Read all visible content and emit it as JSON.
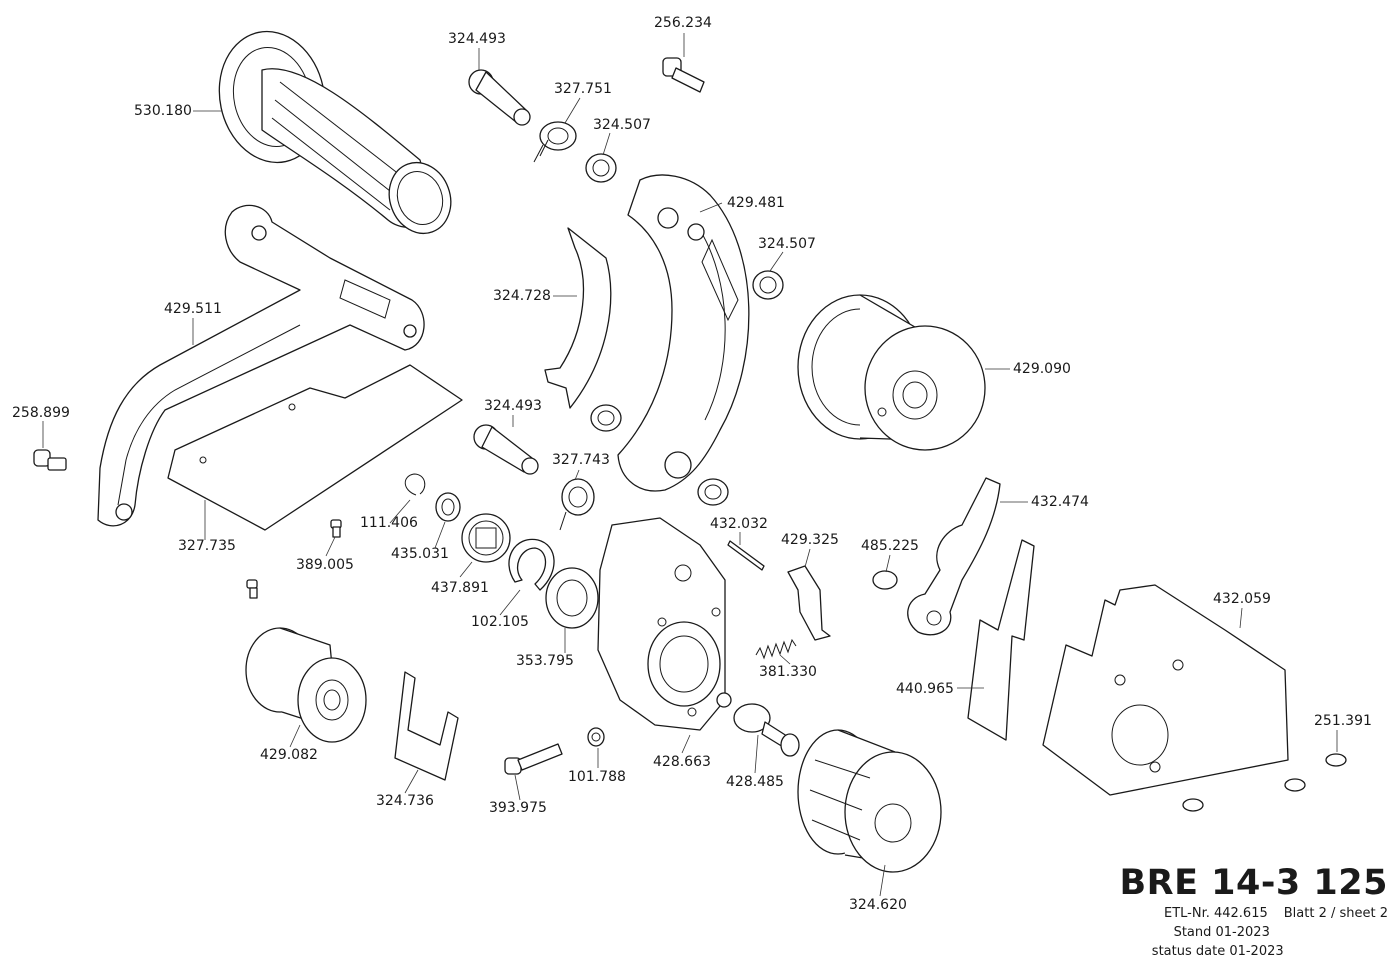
{
  "labels": [
    {
      "id": "l1",
      "text": "256.234"
    },
    {
      "id": "l2",
      "text": "324.493"
    },
    {
      "id": "l3",
      "text": "530.180"
    },
    {
      "id": "l4",
      "text": "327.751"
    },
    {
      "id": "l5",
      "text": "324.507"
    },
    {
      "id": "l6",
      "text": "429.481"
    },
    {
      "id": "l7",
      "text": "324.507"
    },
    {
      "id": "l8",
      "text": "324.728"
    },
    {
      "id": "l9",
      "text": "429.511"
    },
    {
      "id": "l10",
      "text": "429.090"
    },
    {
      "id": "l11",
      "text": "258.899"
    },
    {
      "id": "l12",
      "text": "324.493"
    },
    {
      "id": "l13",
      "text": "327.743"
    },
    {
      "id": "l14",
      "text": "432.474"
    },
    {
      "id": "l15",
      "text": "111.406"
    },
    {
      "id": "l16",
      "text": "432.032"
    },
    {
      "id": "l17",
      "text": "429.325"
    },
    {
      "id": "l18",
      "text": "485.225"
    },
    {
      "id": "l19",
      "text": "327.735"
    },
    {
      "id": "l20",
      "text": "435.031"
    },
    {
      "id": "l21",
      "text": "389.005"
    },
    {
      "id": "l22",
      "text": "437.891"
    },
    {
      "id": "l23",
      "text": "432.059"
    },
    {
      "id": "l24",
      "text": "102.105"
    },
    {
      "id": "l25",
      "text": "353.795"
    },
    {
      "id": "l26",
      "text": "381.330"
    },
    {
      "id": "l27",
      "text": "440.965"
    },
    {
      "id": "l28",
      "text": "251.391"
    },
    {
      "id": "l29",
      "text": "429.082"
    },
    {
      "id": "l30",
      "text": "428.663"
    },
    {
      "id": "l31",
      "text": "101.788"
    },
    {
      "id": "l32",
      "text": "428.485"
    },
    {
      "id": "l33",
      "text": "324.736"
    },
    {
      "id": "l34",
      "text": "393.975"
    },
    {
      "id": "l35",
      "text": "324.620"
    }
  ],
  "title_block": {
    "model": "BRE 14-3 125",
    "etl": "ETL-Nr. 442.615",
    "sheet": "Blatt 2 / sheet 2",
    "stand": "Stand  01-2023",
    "status": "status date 01-2023"
  }
}
